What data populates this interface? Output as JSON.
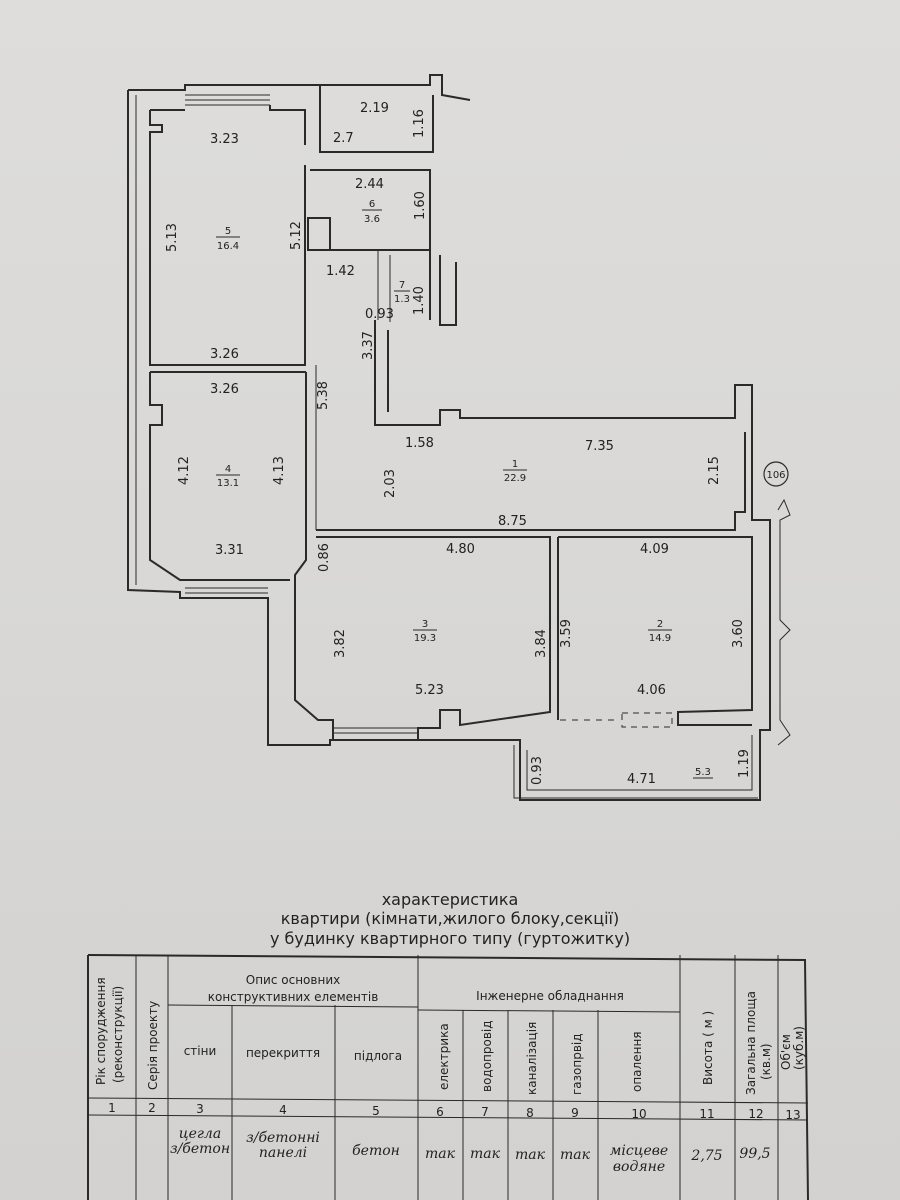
{
  "plan": {
    "dims": {
      "d_219": "2.19",
      "d_116": "1.16",
      "d_323": "3.23",
      "d_27": "2.7",
      "d_244": "2.44",
      "d_160": "1.60",
      "d_513": "5.13",
      "d_512": "5.12",
      "d_142": "1.42",
      "d_140": "1.40",
      "d_093a": "0.93",
      "d_337": "3.37",
      "d_326a": "3.26",
      "d_326b": "3.26",
      "d_538": "5.38",
      "d_158": "1.58",
      "d_735": "7.35",
      "d_215": "2.15",
      "d_412": "4.12",
      "d_413": "4.13",
      "d_203": "2.03",
      "d_875": "8.75",
      "d_331": "3.31",
      "d_086": "0.86",
      "d_480": "4.80",
      "d_409": "4.09",
      "d_382": "3.82",
      "d_384": "3.84",
      "d_359": "3.59",
      "d_360": "3.60",
      "d_523": "5.23",
      "d_406": "4.06",
      "d_093b": "0.93",
      "d_471": "4.71",
      "d_119": "1.19"
    },
    "rooms": [
      {
        "num": "5",
        "area": "16.4"
      },
      {
        "num": "6",
        "area": "3.6"
      },
      {
        "num": "7",
        "area": "1.3"
      },
      {
        "num": "4",
        "area": "13.1"
      },
      {
        "num": "1",
        "area": "22.9"
      },
      {
        "num": "3",
        "area": "19.3"
      },
      {
        "num": "2",
        "area": "14.9"
      }
    ],
    "balcony_area": "5.3",
    "marker": "106"
  },
  "heading": {
    "line1": "характеристика",
    "line2": "квартири (кімнати,жилого блоку,секції)",
    "line3": "у будинку квартирного типу (гуртожитку)"
  },
  "table": {
    "h_year": "Рік спорудження",
    "h_year2": "(реконструкції)",
    "h_series": "Серія проекту",
    "h_desc1": "Опис основних",
    "h_desc2": "конструктивних елементів",
    "h_walls": "стіни",
    "h_floors": "перекриття",
    "h_floor": "підлога",
    "h_eng": "Інженерне обладнання",
    "h_elec": "електрика",
    "h_water": "водопровід",
    "h_sewer": "каналізація",
    "h_gas": "газопрвід",
    "h_heat": "опалення",
    "h_height": "Висота ( м )",
    "h_area1": "Загальна площа",
    "h_area2": "(кв.м)",
    "h_vol1": "Об'єм",
    "h_vol2": "(куб.м)",
    "colnums": [
      "1",
      "2",
      "3",
      "4",
      "5",
      "6",
      "7",
      "8",
      "9",
      "10",
      "11",
      "12",
      "13"
    ],
    "row": {
      "walls1": "цегла",
      "walls2": "з/бетон",
      "floors1": "з/бетонні",
      "floors2": "панелі",
      "floor": "бетон",
      "elec": "так",
      "water": "так",
      "sewer": "так",
      "gas": "так",
      "heat1": "місцеве",
      "heat2": "водяне",
      "height": "2,75",
      "area": "99,5"
    }
  }
}
